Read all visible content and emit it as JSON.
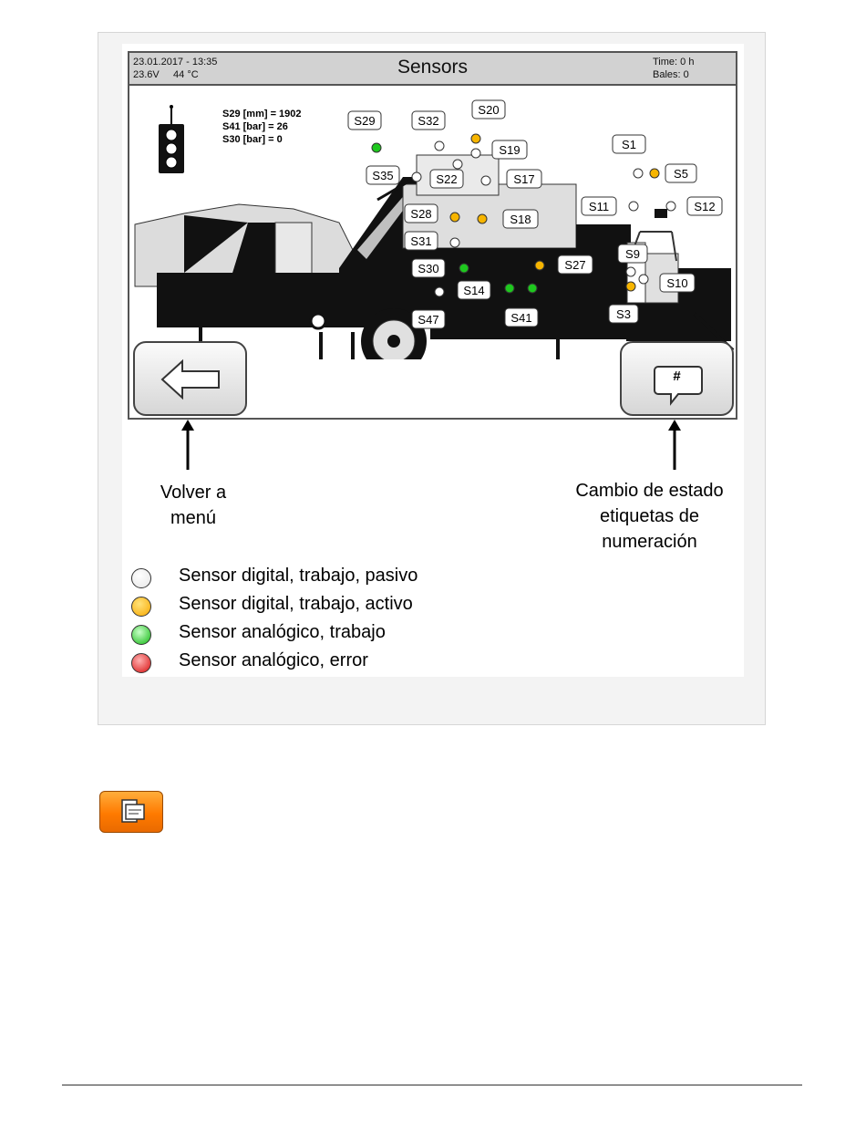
{
  "screen": {
    "datetime": "23.01.2017 - 13:35",
    "voltage_temp": "23.6V     44 °C",
    "title": "Sensors",
    "time": "Time: 0 h",
    "bales": "Bales: 0"
  },
  "readouts": [
    "S29 [mm] = 1902",
    "S41 [bar] = 26",
    "S30 [bar] = 0"
  ],
  "sensor_labels": [
    "S29",
    "S32",
    "S20",
    "S19",
    "S35",
    "S22",
    "S17",
    "S28",
    "S18",
    "S31",
    "S30",
    "S27",
    "S14",
    "S41",
    "S47",
    "S1",
    "S5",
    "S11",
    "S12",
    "S9",
    "S10",
    "S3"
  ],
  "buttons": {
    "back_icon": "arrow-left-icon",
    "hash_label": "#"
  },
  "captions": {
    "back": [
      "Volver a",
      "menú"
    ],
    "hash": [
      "Cambio de estado",
      "etiquetas de",
      "numeración"
    ]
  },
  "legend": [
    {
      "label": "Sensor digital, trabajo, pasivo",
      "color": "#ffffff"
    },
    {
      "label": "Sensor digital, trabajo, activo",
      "color": "#f7b500"
    },
    {
      "label": "Sensor analógico, trabajo",
      "color": "#1ec81e"
    },
    {
      "label": "Sensor analógico, error",
      "color": "#e02020"
    }
  ],
  "colors": {
    "passive": "#ffffff",
    "active": "#f7b500",
    "analog": "#1ec81e",
    "error": "#e02020"
  },
  "icons": {
    "page_icon": "sensor-screen-icon"
  }
}
